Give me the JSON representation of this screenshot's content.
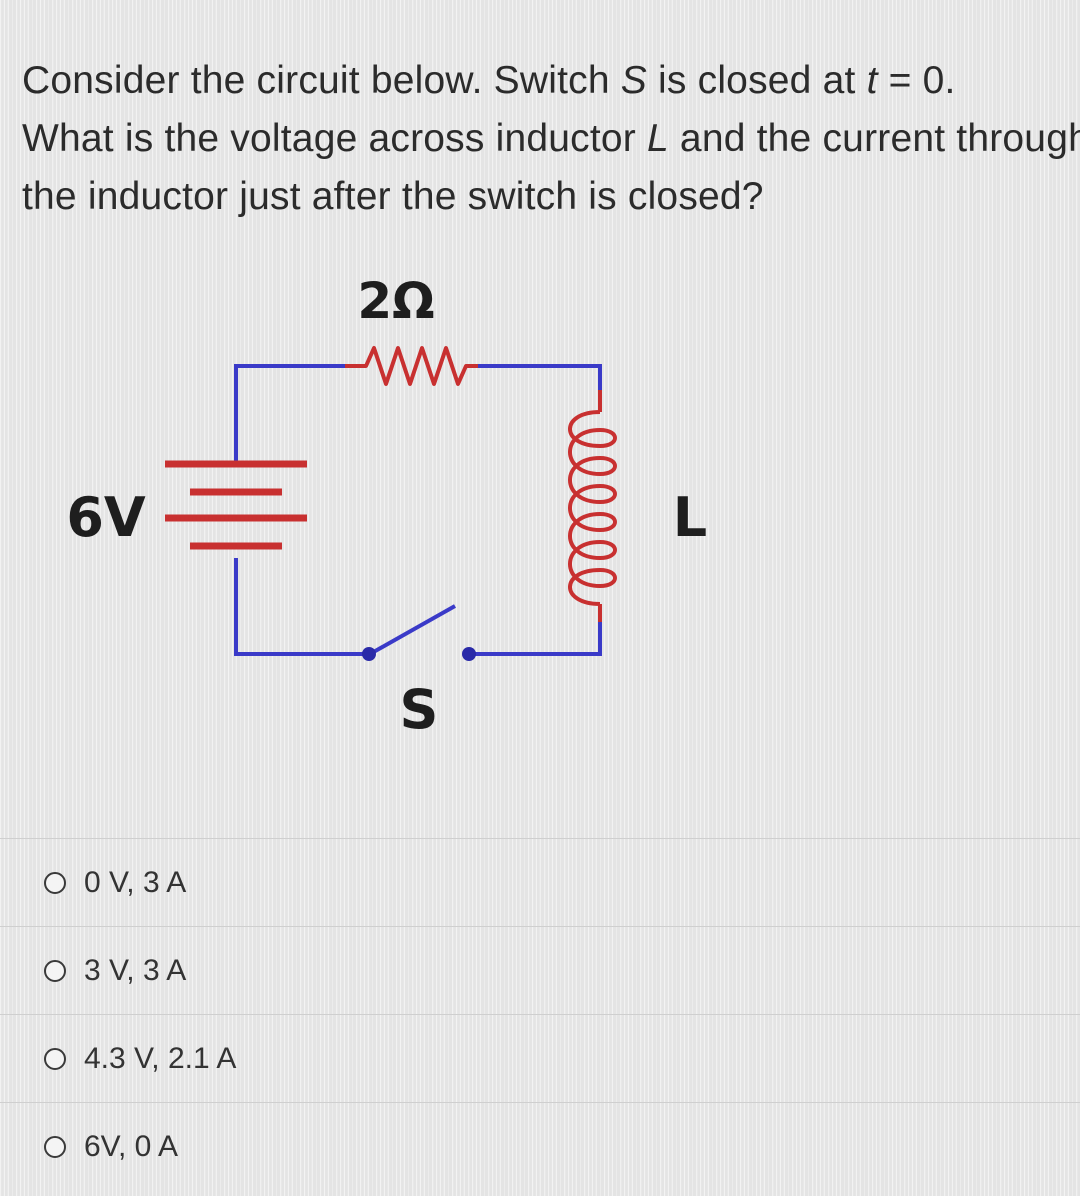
{
  "question": {
    "line1_a": "Consider the circuit below. Switch ",
    "line1_var": "S",
    "line1_b": " is closed at ",
    "line1_t": "t",
    "line1_c": " = 0.",
    "line2_a": "What is the voltage across inductor ",
    "line2_var": "L",
    "line2_b": " and the current through",
    "line3": "the inductor just after the switch is closed?"
  },
  "circuit": {
    "resistor_label": "2Ω",
    "battery_label": "6V",
    "inductor_label": "L",
    "switch_label": "S",
    "colors": {
      "wire": "#3a3ac8",
      "component": "#c83030",
      "terminal": "#2a2aa8",
      "label": "#1e1e1e"
    }
  },
  "options": [
    {
      "label": "0 V, 3 A"
    },
    {
      "label": "3 V, 3 A"
    },
    {
      "label": "4.3 V, 2.1 A"
    },
    {
      "label": "6V, 0 A"
    }
  ]
}
